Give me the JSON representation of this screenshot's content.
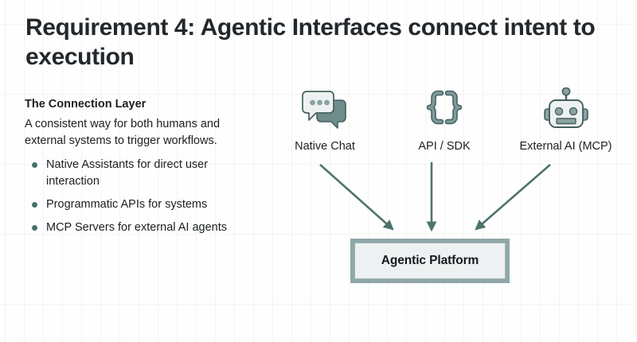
{
  "slide": {
    "title": "Requirement 4: Agentic Interfaces connect intent to execution",
    "background_color": "#fdfdfc",
    "grid": "faint-graph-paper"
  },
  "left_column": {
    "subheading": "The Connection Layer",
    "lede": "A consistent way for both humans and external systems to trigger workflows.",
    "bullet_color": "#4a6d6b",
    "bullets": [
      {
        "text": "Native Assistants for direct user interaction"
      },
      {
        "text": "Programmatic APIs for systems"
      },
      {
        "text": "MCP Servers for external AI agents"
      }
    ]
  },
  "diagram": {
    "accent_color": "#4f7370",
    "icon_fill_light": "#eef1f1",
    "icon_fill_dark": "#6e8c8a",
    "nodes": [
      {
        "id": "native-chat",
        "label": "Native Chat",
        "icon": "chat-bubbles-icon"
      },
      {
        "id": "api-sdk",
        "label": "API / SDK",
        "icon": "curly-braces-icon"
      },
      {
        "id": "external-ai",
        "label": "External AI (MCP)",
        "icon": "robot-head-icon"
      }
    ],
    "arrows": [
      {
        "from": "native-chat",
        "to": "agentic-platform",
        "direction": "diagonal-down-right"
      },
      {
        "from": "api-sdk",
        "to": "agentic-platform",
        "direction": "straight-down"
      },
      {
        "from": "external-ai",
        "to": "agentic-platform",
        "direction": "diagonal-down-left"
      }
    ],
    "platform": {
      "label": "Agentic Platform",
      "frame_color": "#8fa8a7",
      "fill_color": "#eef1f1"
    }
  }
}
